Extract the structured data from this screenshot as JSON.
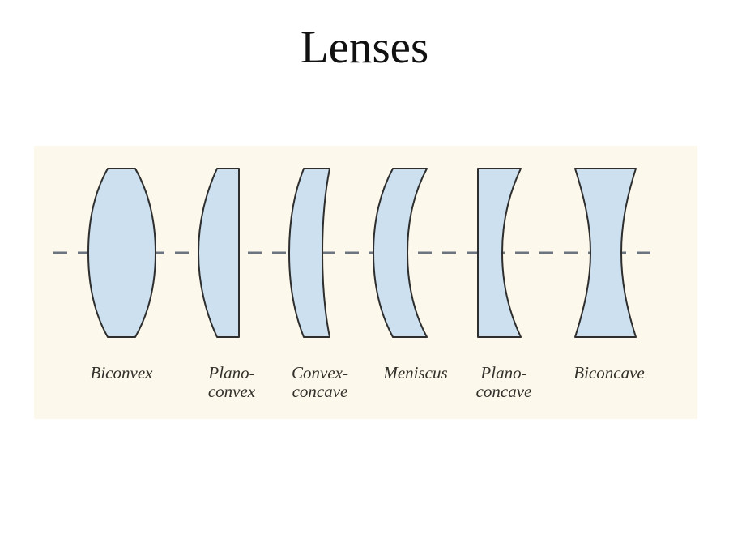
{
  "slide": {
    "title": "Lenses"
  },
  "colors": {
    "page_bg": "#ffffff",
    "panel_bg": "#fcf8eb",
    "lens_fill": "#cce0ef",
    "lens_stroke": "#2e2e2e",
    "axis_color": "#6b7480",
    "label_color": "#33312c",
    "title_color": "#111111"
  },
  "diagram": {
    "description": "Cross-sections of six lens types on a common optical axis",
    "lenses": [
      {
        "name": "biconvex",
        "label_lines": [
          "Biconvex"
        ]
      },
      {
        "name": "plano-convex",
        "label_lines": [
          "Plano-",
          "convex"
        ]
      },
      {
        "name": "convex-concave",
        "label_lines": [
          "Convex-",
          "concave"
        ]
      },
      {
        "name": "meniscus",
        "label_lines": [
          "Meniscus"
        ]
      },
      {
        "name": "plano-concave",
        "label_lines": [
          "Plano-",
          "concave"
        ]
      },
      {
        "name": "biconcave",
        "label_lines": [
          "Biconcave"
        ]
      }
    ]
  }
}
